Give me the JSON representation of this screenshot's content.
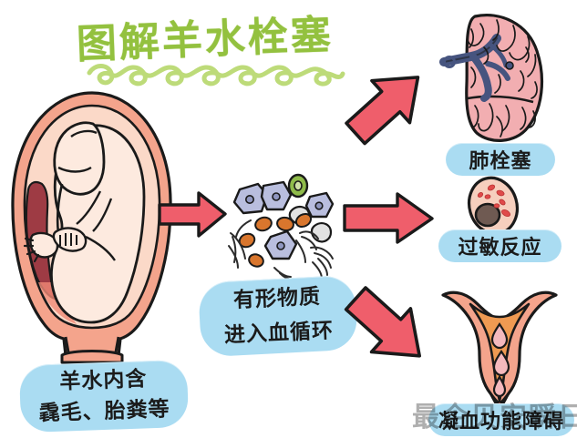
{
  "title": {
    "text": "图解羊水栓塞",
    "color": "#93c13f",
    "underline_color": "#b7d86e"
  },
  "palette": {
    "arrow_fill": "#ef5e6b",
    "arrow_outline": "#1a1a1a",
    "label_bg": "#aadcf2",
    "uterus_body": "#f4a48c",
    "uterus_inner": "#fbd9c8",
    "fetus": "#fdeadf",
    "placenta": "#9e3b44",
    "lung_fill": "#f2aeb1",
    "lung_vessel": "#46547f",
    "cell_fill": "#f6cfbe",
    "cell_nucleus": "#6f5a52",
    "granule": "#e04a4a",
    "endometrium": "#ef9a52",
    "blood_drop": "#f4b9bd",
    "squamous_cell": "#b9bede",
    "meconium": "#d9762d",
    "green_cell": "#8fbb4a",
    "grey_debris": "#dcdcdc",
    "lanugo": "#2c2c2c"
  },
  "labels": {
    "lung": "肺栓塞",
    "allergy": "过敏反应",
    "coagulation": "凝血功能障碍",
    "center_line1": "有形物质",
    "center_line2": "进入血循环",
    "amniotic_line1": "羊水内含",
    "amniotic_line2": "毳毛、胎粪等"
  },
  "watermark": {
    "text": "最企贝安瞬日"
  },
  "figures": {
    "uterus_pregnant": "pregnant-uterus-with-fetus",
    "debris_cluster": "amniotic-debris-cluster",
    "lung": "lung-with-pulmonary-vessels",
    "mast_cell": "mast-cell-with-granules",
    "uterus_bleeding": "uterus-with-blood-drops"
  },
  "arrows": {
    "uterus_to_debris": "arrow-right",
    "debris_to_lung": "arrow-up-right",
    "debris_to_allergy": "arrow-right",
    "debris_to_coagulation": "arrow-down-right"
  }
}
